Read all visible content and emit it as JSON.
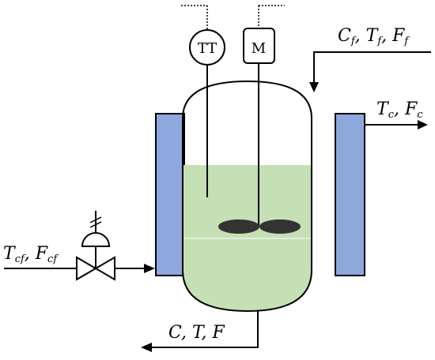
{
  "instruments": {
    "temperature_transmitter": "TT",
    "motor": "M"
  },
  "streams": {
    "feed": {
      "c": "C",
      "c_sub": "f",
      "t": "T",
      "t_sub": "f",
      "f": "F",
      "f_sub": "f"
    },
    "coolant_out": {
      "t": "T",
      "t_sub": "c",
      "f": "F",
      "f_sub": "c"
    },
    "coolant_in": {
      "t": "T",
      "t_sub": "cf",
      "f": "F",
      "f_sub": "cf"
    },
    "product": {
      "text": "C, T, F"
    }
  },
  "colors": {
    "jacket": "#8ea7dc",
    "liquid": "#c5e0b4",
    "line": "#000000",
    "impeller": "#333333"
  },
  "icons": {
    "valve": "control-valve-icon",
    "actuator": "diaphragm-actuator-icon"
  }
}
